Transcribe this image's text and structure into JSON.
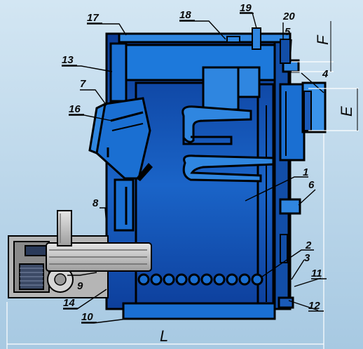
{
  "colors": {
    "background_top": "#cfe4f2",
    "background_bottom": "#a9cbe3",
    "body_dark": "#0d3e9a",
    "body_light": "#2f86e0",
    "outline": "#000000",
    "burner_gray": "#b8b8b8",
    "burner_dark": "#3a4a6a"
  },
  "labels": {
    "l1": "1",
    "l2": "2",
    "l3": "3",
    "l4": "4",
    "l5": "5",
    "l6": "6",
    "l7": "7",
    "l8": "8",
    "l9": "9",
    "l10": "10",
    "l11": "11",
    "l12": "12",
    "l13": "13",
    "l14": "14",
    "l16": "16",
    "l17": "17",
    "l18": "18",
    "l19": "19",
    "l20": "20"
  },
  "dimensions": {
    "L": "L",
    "E": "E",
    "F": "F"
  }
}
